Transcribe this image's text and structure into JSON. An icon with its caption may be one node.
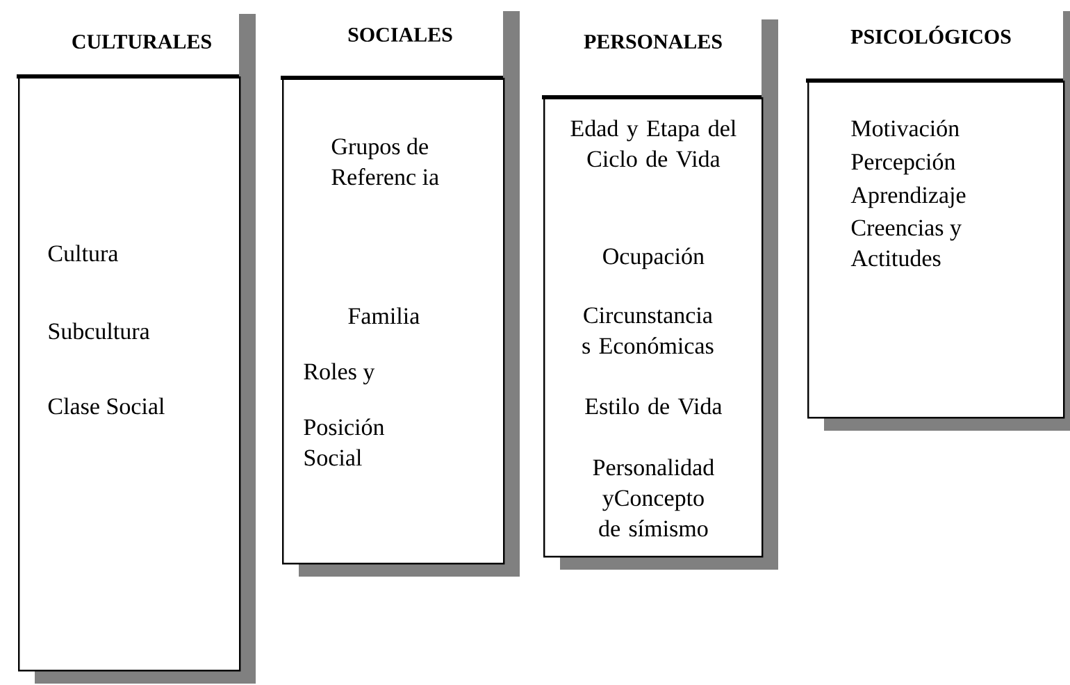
{
  "diagram": {
    "nodes": [
      {
        "text": [
          "CULTURALES",
          "Cultura",
          "Subcultura",
          "Clase Social"
        ]
      },
      {
        "text": [
          "SOCIALES",
          "Grupos de Referenc ia",
          "Familia",
          "Roles y",
          "Posición Social"
        ]
      },
      {
        "text": [
          "PERSONALES",
          "Edad y Etapa del Ciclo de Vida",
          "Ocupación",
          "Circunstancia s Económicas",
          "Estilo de Vida",
          "Personalidad yConcepto de símismo"
        ]
      },
      {
        "text": [
          "PSICOLÓGICOS",
          "Motivación",
          "Percepción",
          "Aprendizaje",
          "Creencias y Actitudes"
        ]
      }
    ]
  }
}
